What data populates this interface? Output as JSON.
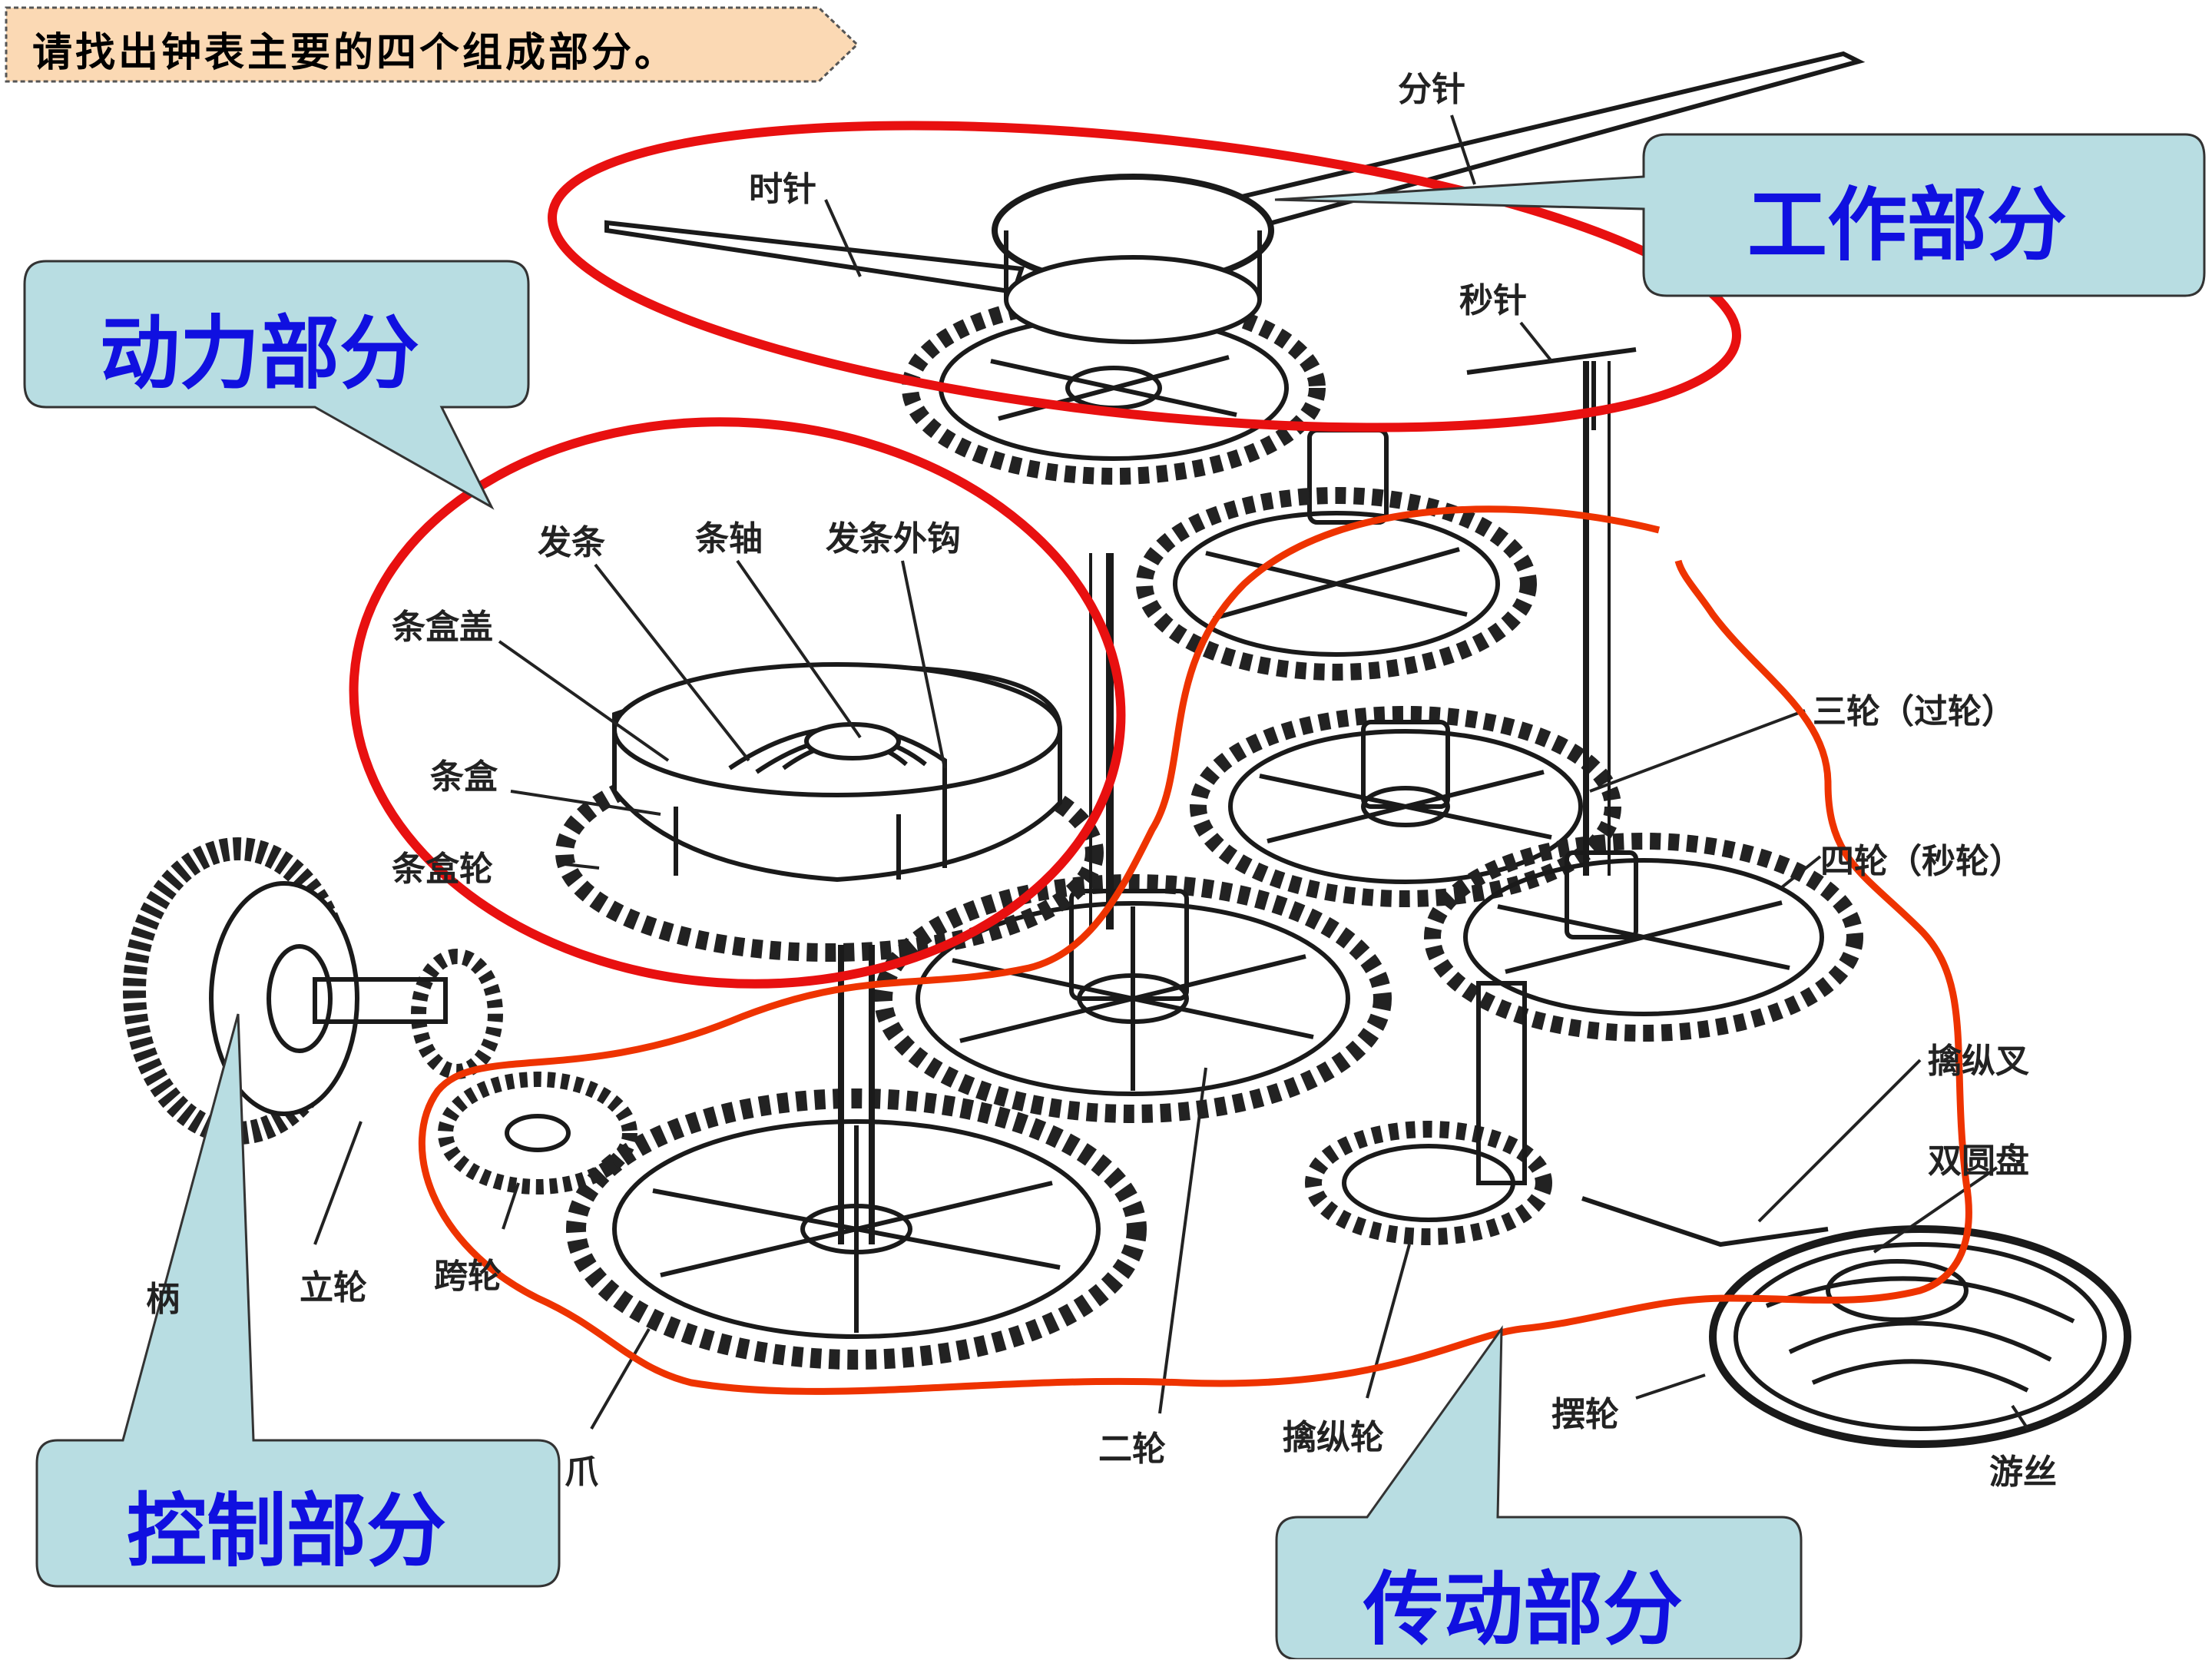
{
  "banner": {
    "text": "请找出钟表主要的四个组成部分。"
  },
  "callouts": {
    "work": "工作部分",
    "power": "动力部分",
    "control": "控制部分",
    "transmission": "传动部分"
  },
  "labels": {
    "minute_hand": "分针",
    "hour_hand": "时针",
    "second_hand": "秒针",
    "mainspring": "发条",
    "arbor": "条轴",
    "mainspring_hook": "发条外钩",
    "barrel_cover": "条盒盖",
    "barrel": "条盒",
    "barrel_wheel": "条盒轮",
    "third_wheel": "三轮（过轮）",
    "fourth_wheel": "四轮（秒轮）",
    "pallet_fork": "擒纵叉",
    "double_roller": "双圆盘",
    "crown": "柄",
    "crown_wheel": "立轮",
    "ratchet_wheel": "跨轮",
    "click": "爪",
    "second_wheel": "二轮",
    "escape_wheel": "擒纵轮",
    "balance_wheel": "摆轮",
    "hairspring": "游丝"
  },
  "colors": {
    "callout_fill": "#b8dde2",
    "callout_text": "#1010e0",
    "ellipse_red": "#e81010",
    "loop_orange": "#ee3300",
    "banner_fill": "#fbd9b4"
  }
}
